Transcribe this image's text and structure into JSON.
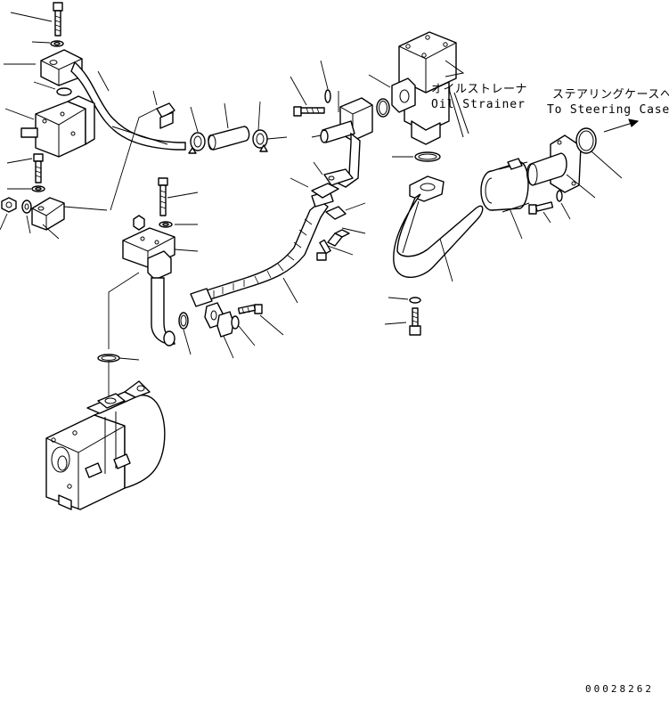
{
  "labels": {
    "oil_strainer_jp": "オイルストレーナ",
    "oil_strainer_en": "Oil Strainer",
    "steering_jp": "ステアリングケースへ",
    "steering_en": "To Steering Case"
  },
  "drawing_number": "00028262"
}
